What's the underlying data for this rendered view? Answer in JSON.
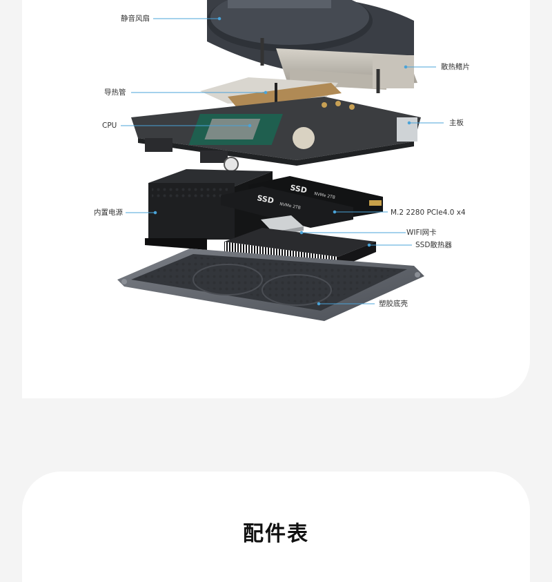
{
  "labels": {
    "fan": "静音风扇",
    "heatpipe": "导热管",
    "cpu": "CPU",
    "psu": "内置电源",
    "fins": "散热鳍片",
    "mainboard": "主板",
    "m2": "M.2 2280 PCIe4.0 x4",
    "wifi": "WIFI网卡",
    "ssd_heatsink": "SSD散热器",
    "shell": "塑胶底壳"
  },
  "ssd": {
    "text_big": "SSD",
    "text_small": "NVMe 2TB"
  },
  "section": {
    "title": "配件表"
  },
  "colors": {
    "leader": "#4aa3d8",
    "fan": "#2e3238",
    "heatsink": "#1f1f22",
    "shell": "#5a5e66",
    "board": "#3b3d40"
  }
}
